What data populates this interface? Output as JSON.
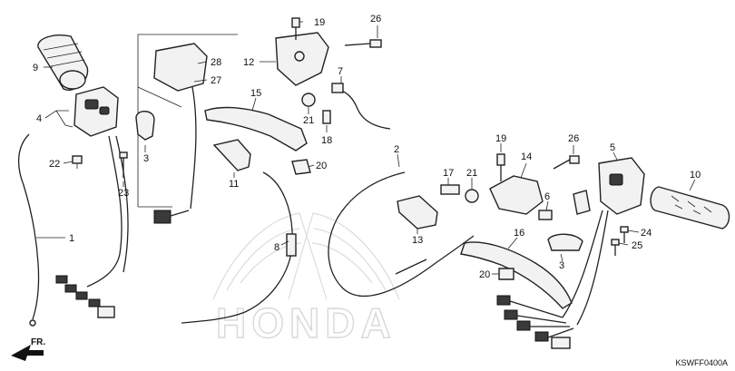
{
  "diagram": {
    "drawing_code": "KSWFF0400A",
    "front_marker": "FR.",
    "watermark_text": "HONDA",
    "callouts": [
      {
        "id": "c1",
        "label": "1"
      },
      {
        "id": "c2",
        "label": "2"
      },
      {
        "id": "c3a",
        "label": "3"
      },
      {
        "id": "c3b",
        "label": "3"
      },
      {
        "id": "c4",
        "label": "4"
      },
      {
        "id": "c5",
        "label": "5"
      },
      {
        "id": "c6",
        "label": "6"
      },
      {
        "id": "c7",
        "label": "7"
      },
      {
        "id": "c8",
        "label": "8"
      },
      {
        "id": "c9",
        "label": "9"
      },
      {
        "id": "c10",
        "label": "10"
      },
      {
        "id": "c11",
        "label": "11"
      },
      {
        "id": "c12",
        "label": "12"
      },
      {
        "id": "c13",
        "label": "13"
      },
      {
        "id": "c14",
        "label": "14"
      },
      {
        "id": "c15",
        "label": "15"
      },
      {
        "id": "c16",
        "label": "16"
      },
      {
        "id": "c17",
        "label": "17"
      },
      {
        "id": "c18",
        "label": "18"
      },
      {
        "id": "c19a",
        "label": "19"
      },
      {
        "id": "c19b",
        "label": "19"
      },
      {
        "id": "c20a",
        "label": "20"
      },
      {
        "id": "c20b",
        "label": "20"
      },
      {
        "id": "c21a",
        "label": "21"
      },
      {
        "id": "c21b",
        "label": "21"
      },
      {
        "id": "c22",
        "label": "22"
      },
      {
        "id": "c23",
        "label": "23"
      },
      {
        "id": "c24",
        "label": "24"
      },
      {
        "id": "c25",
        "label": "25"
      },
      {
        "id": "c26a",
        "label": "26"
      },
      {
        "id": "c26b",
        "label": "26"
      },
      {
        "id": "c27",
        "label": "27"
      },
      {
        "id": "c28",
        "label": "28"
      }
    ]
  }
}
